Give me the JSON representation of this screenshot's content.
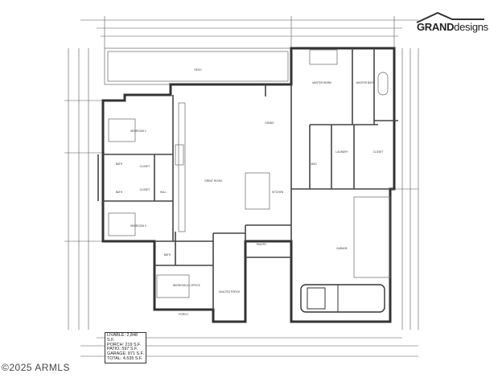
{
  "logo": {
    "brand_bold": "GRAND",
    "brand_light": "designs"
  },
  "watermark": "©2025 ARMLS",
  "area_table": [
    "LIVABLE: 2,848 S.F.",
    "PORCH: 219 S.F.",
    "PATIO: 597 S.F.",
    "GARAGE: 871 S.F.",
    "TOTAL: 4,535 S.F."
  ],
  "rooms": {
    "patio": "PATIO",
    "master_bedroom": "MASTER BDRM",
    "master_bath": "MASTER BATH",
    "dining": "DINING",
    "great_room": "GREAT ROOM",
    "bedroom_2": "BEDROOM 2",
    "bedroom_3": "BEDROOM 3",
    "bedroom_4": "BEDROOM 4 / OFFICE",
    "bath_1": "BATH",
    "bath_2": "BATH",
    "bath_3": "BATH",
    "closet_1": "CLOSET",
    "closet_2": "CLOSET",
    "hall": "HALL",
    "kitchen": "KITCHEN",
    "pantry": "PANTRY",
    "laundry": "LAUNDRY",
    "mud": "MUD",
    "master_closet": "CLOSET",
    "garage": "GARAGE",
    "vaulted_porch": "VAULTED PORCH",
    "porch": "PORCH"
  }
}
